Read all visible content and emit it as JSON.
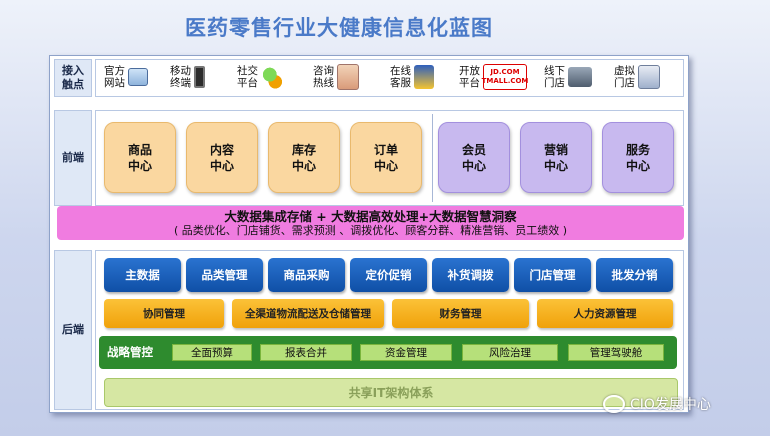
{
  "title": "医药零售行业大健康信息化蓝图",
  "access": {
    "label_l1": "接入",
    "label_l2": "触点",
    "items": [
      {
        "l1": "官方",
        "l2": "网站",
        "icon": "pc-icon"
      },
      {
        "l1": "移动",
        "l2": "终端",
        "icon": "phone-icon"
      },
      {
        "l1": "社交",
        "l2": "平台",
        "icon": "social-icon"
      },
      {
        "l1": "咨询",
        "l2": "热线",
        "icon": "agent-icon"
      },
      {
        "l1": "在线",
        "l2": "客服",
        "icon": "online-service-icon"
      },
      {
        "l1": "开放",
        "l2": "平台",
        "icon": "jd-tmall-icon"
      },
      {
        "l1": "线下",
        "l2": "门店",
        "icon": "pos-icon"
      },
      {
        "l1": "虚拟",
        "l2": "门店",
        "icon": "virtual-store-icon"
      }
    ],
    "jd_text": "JD.COM",
    "tmall_text": "TMALL.COM"
  },
  "frontend": {
    "label": "前端",
    "orange": [
      {
        "l1": "商品",
        "l2": "中心"
      },
      {
        "l1": "内容",
        "l2": "中心"
      },
      {
        "l1": "库存",
        "l2": "中心"
      },
      {
        "l1": "订单",
        "l2": "中心"
      }
    ],
    "purple": [
      {
        "l1": "会员",
        "l2": "中心"
      },
      {
        "l1": "营销",
        "l2": "中心"
      },
      {
        "l1": "服务",
        "l2": "中心"
      }
    ]
  },
  "bigdata": {
    "line1": "大数据集成存储 + 大数据高效处理+大数据智慧洞察",
    "line2": "( 品类优化、门店铺货、需求预测 、调拨优化、顾客分群、精准营销、员工绩效 )"
  },
  "backend": {
    "label": "后端",
    "blue": [
      "主数据",
      "品类管理",
      "商品采购",
      "定价促销",
      "补货调拨",
      "门店管理",
      "批发分销"
    ],
    "gold": [
      "协同管理",
      "全渠道物流配送及仓储管理",
      "财务管理",
      "人力资源管理"
    ],
    "strategy_label": "战略管控",
    "strategy_items": [
      "全面预算",
      "报表合并",
      "资金管理",
      "风险治理",
      "管理驾驶舱"
    ],
    "shared": "共享IT架构体系"
  },
  "watermark": "CIO发展中心",
  "colors": {
    "title": "#4a7ac8",
    "orange_box": "#fad7a0",
    "purple_box": "#c8b9ef",
    "bigdata": "#f07ce0",
    "blue": "#1f62bd",
    "gold": "#f7b320",
    "strategy": "#2e8b2e",
    "green_item": "#b6e07a",
    "shared": "#d6e7a3"
  }
}
